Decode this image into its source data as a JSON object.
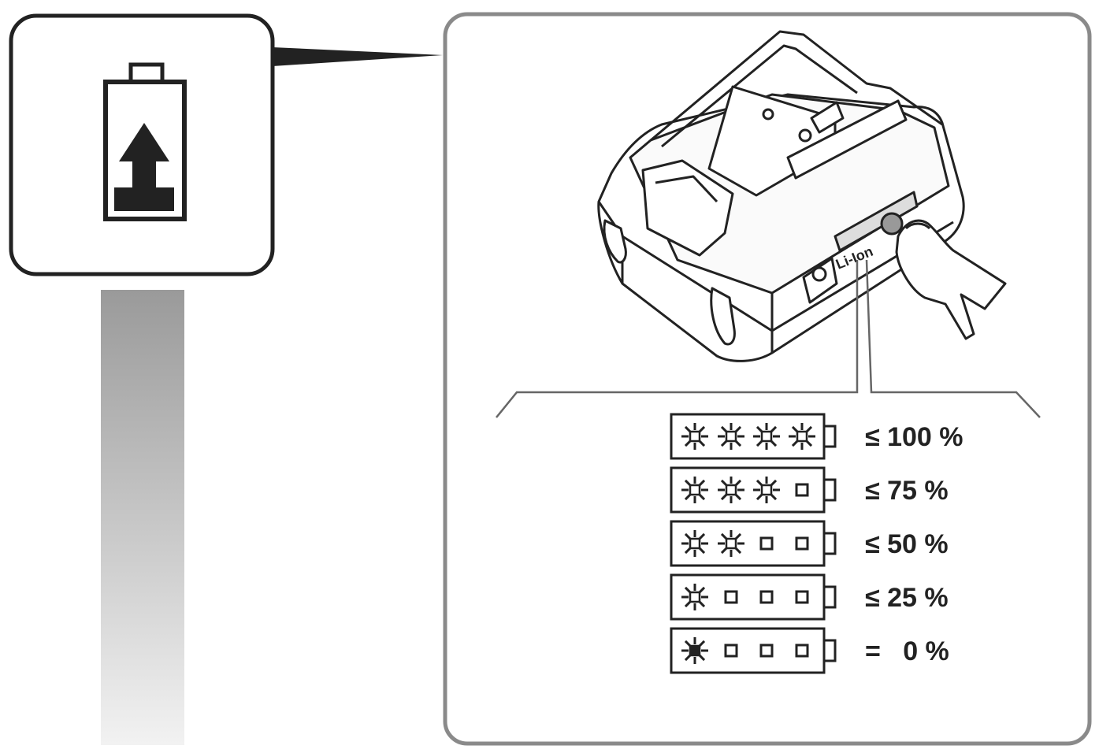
{
  "battery_label": "Li-Ion",
  "charge_levels": [
    {
      "label": "≤ 100 %",
      "leds": [
        "on",
        "on",
        "on",
        "on"
      ]
    },
    {
      "label": "≤ 75 %",
      "leds": [
        "on",
        "on",
        "on",
        "off"
      ]
    },
    {
      "label": "≤ 50 %",
      "leds": [
        "on",
        "on",
        "off",
        "off"
      ]
    },
    {
      "label": "≤ 25 %",
      "leds": [
        "on",
        "off",
        "off",
        "off"
      ]
    },
    {
      "label": "=   0 %",
      "leds": [
        "blink",
        "off",
        "off",
        "off"
      ]
    }
  ],
  "icons": {
    "charge_symbol": "battery-charge-up-arrow-icon",
    "led_on": "led-on-starburst-icon",
    "led_blink": "led-blinking-starburst-icon",
    "led_off": "led-off-square-icon",
    "button": "power-button-icon"
  },
  "colors": {
    "outline": "#222222",
    "panel_border": "#8a8a8a",
    "gradient_top": "#9a9a9a",
    "gradient_bottom": "#f2f2f2"
  }
}
